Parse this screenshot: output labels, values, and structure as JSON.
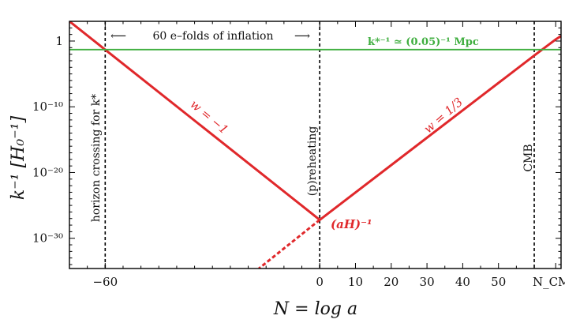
{
  "chart_data": {
    "type": "line",
    "xlabel": "N = log a",
    "ylabel": "k⁻¹ [H₀⁻¹]",
    "y_scale": "log",
    "y_tick_exponents": [
      0,
      -10,
      -20,
      -30
    ],
    "y_tick_labels": [
      "1",
      "10⁻¹⁰",
      "10⁻²⁰",
      "10⁻³⁰"
    ],
    "x_ticks": [
      -60,
      0,
      10,
      20,
      30,
      40,
      50,
      66
    ],
    "x_tick_labels": [
      "−60",
      "0",
      "10",
      "20",
      "30",
      "40",
      "50",
      "N_CMB"
    ],
    "colors": {
      "hubble_curve": "#e0282b",
      "pivot_line": "#3fae3f",
      "guides": "#000000"
    },
    "series": [
      {
        "name": "(aH)⁻¹",
        "color": "#e0282b",
        "style": "solid",
        "x": [
          -70,
          0,
          60,
          66,
          67.5
        ],
        "log10_y": [
          3,
          -27.2,
          -2.2,
          0.25,
          0.75
        ]
      },
      {
        "name": "w = −1 (extrapolated)",
        "color": "#e0282b",
        "style": "dotted",
        "x": [
          0,
          -17
        ],
        "log10_y": [
          -27.2,
          -34.6
        ]
      },
      {
        "name": "k*⁻¹ ≃ (0.05)⁻¹ Mpc",
        "color": "#3fae3f",
        "style": "solid",
        "x": [
          -70,
          67.5
        ],
        "log10_y": [
          -1.3,
          -1.3
        ]
      }
    ],
    "vertical_lines": [
      {
        "x": -60,
        "label": "horizon crossing for k*"
      },
      {
        "x": 0,
        "label": "(p)reheating"
      },
      {
        "x": 60,
        "label": "CMB"
      }
    ],
    "annotations": {
      "efolds": "60 e–folds of inflation",
      "left_arrow": "⟵",
      "right_arrow": "⟶",
      "w_inflation": "w = −1",
      "w_radiation": "w = 1/3",
      "hubble": "(aH)⁻¹",
      "pivot": "k*⁻¹ ≃ (0.05)⁻¹ Mpc"
    },
    "xlim": [
      -70,
      67.5
    ],
    "ylim_log10": [
      -34.6,
      3
    ]
  }
}
